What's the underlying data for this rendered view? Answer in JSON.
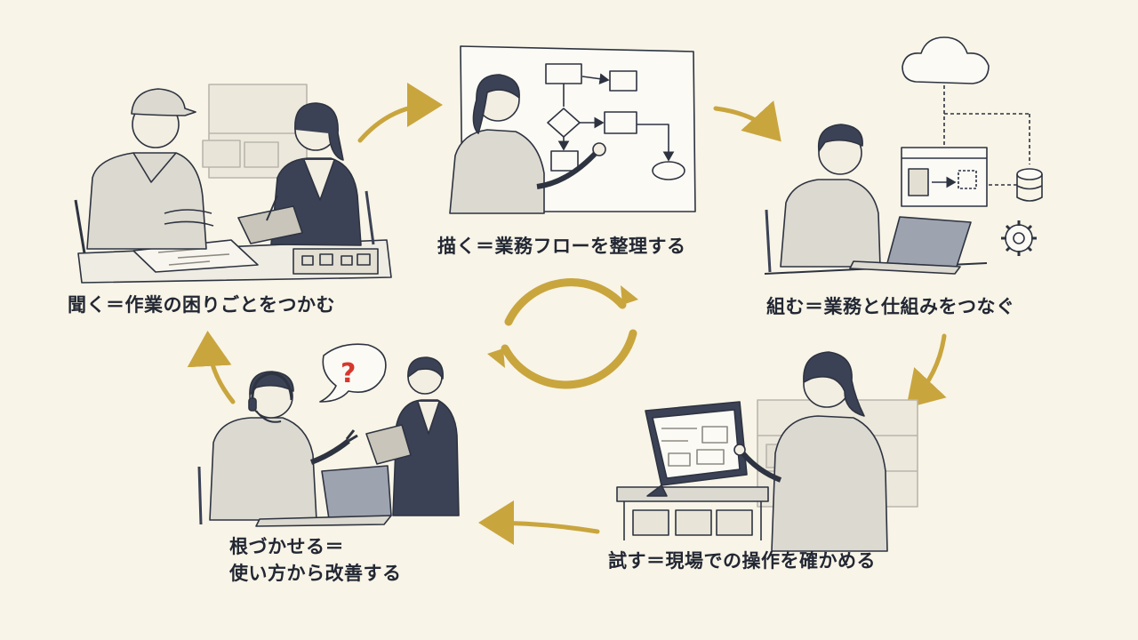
{
  "steps": {
    "listen": {
      "label": "聞く＝作業の困りごとをつかむ"
    },
    "draw": {
      "label": "描く＝業務フローを整理する"
    },
    "build": {
      "label": "組む＝業務と仕組みをつなぐ"
    },
    "test": {
      "label": "試す＝現場での操作を確かめる"
    },
    "adopt": {
      "line1": "根づかせる＝",
      "line2": "使い方から改善する"
    }
  },
  "question_mark": "?",
  "colors": {
    "background": "#f8f4e7",
    "arrow": "#c9a53e",
    "line": "#2d3340",
    "fill_light": "#dcd9d0",
    "fill_navy": "#3c4256",
    "accent_red": "#d6372e",
    "text": "#222733"
  }
}
